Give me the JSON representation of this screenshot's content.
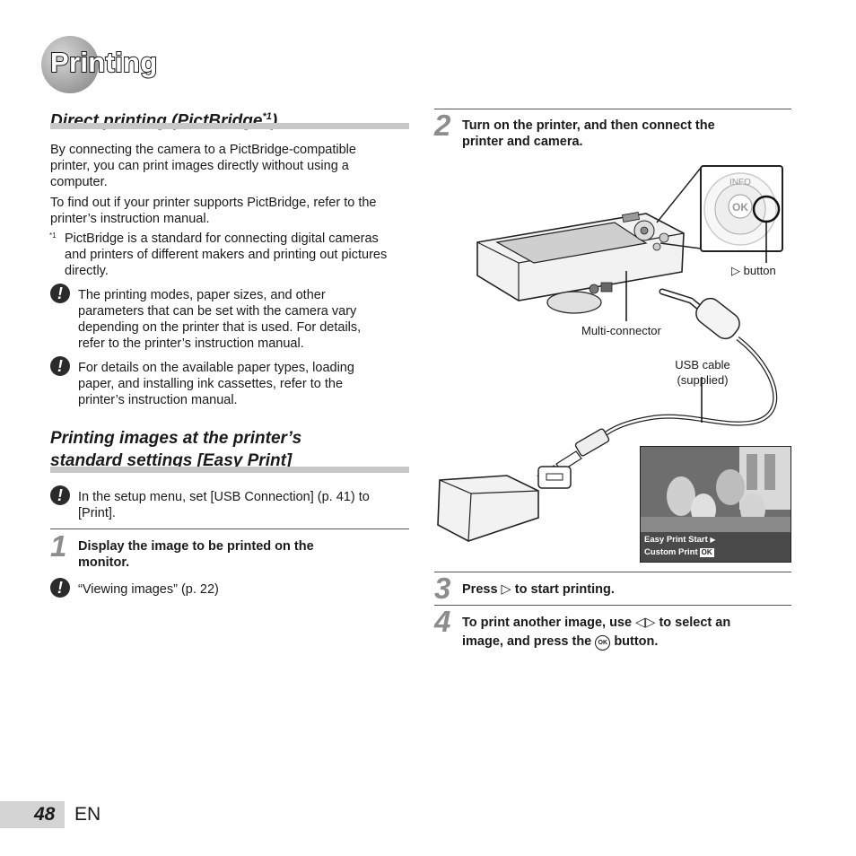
{
  "page": {
    "title": "Printing",
    "page_number": "48",
    "language": "EN"
  },
  "section1": {
    "heading_main": "Direct printing (PictBridge",
    "heading_sup": "*1",
    "heading_close": ")",
    "para1_lines": [
      "By connecting the camera to a PictBridge-compatible",
      "printer, you can print images directly without using a",
      "computer."
    ],
    "para2_lines": [
      "To find out if your printer supports PictBridge, refer to the",
      "printer’s instruction manual."
    ],
    "footnote_mark": "*1",
    "footnote_lines": [
      "PictBridge is a standard for connecting digital cameras",
      "and printers of different makers and printing out pictures",
      "directly."
    ],
    "note1_lines": [
      "The printing modes, paper sizes, and other",
      "parameters that can be set with the camera vary",
      "depending on the printer that is used. For details,",
      "refer to the printer’s instruction manual."
    ],
    "note2_lines": [
      "For details on the available paper types, loading",
      "paper, and installing ink cassettes, refer to the",
      "printer’s instruction manual."
    ]
  },
  "section2": {
    "heading_lines": [
      "Printing images at the printer’s",
      "standard settings [Easy Print]"
    ],
    "note_lines": [
      "In the setup menu, set [USB Connection] (p. 41) to",
      "[Print]."
    ]
  },
  "steps": [
    {
      "number": "1",
      "lines": [
        "Display the image to be printed on the",
        "monitor."
      ],
      "note": "“Viewing images” (p. 22)"
    },
    {
      "number": "2",
      "lines": [
        "Turn on the printer, and then connect the",
        "printer and camera."
      ]
    },
    {
      "number": "3",
      "pre": "Press",
      "post": "to start printing."
    },
    {
      "number": "4",
      "line1_pre": "To print another image, use",
      "line1_post": "to select an",
      "line2_pre": "image, and press the",
      "line2_post": "button."
    }
  ],
  "illustration": {
    "button_label": "button",
    "info_label": "INFO",
    "ok_label": "OK",
    "multi_connector_label": "Multi-connector",
    "usb_cable_lines": [
      "USB cable",
      "(supplied)"
    ],
    "lcd_menu": {
      "item1": "Easy Print Start",
      "item2": "Custom Print",
      "ok_badge": "OK"
    }
  },
  "icons": {
    "note_icon": "exclamation-icon",
    "right_arrow": "right-triangle-icon",
    "left_right_arrow": "left-right-triangle-icon",
    "ok_button": "ok-button-icon",
    "title_circle": "printer-section-icon"
  },
  "colors": {
    "section_bar": "#c8c8c8",
    "step_number": "#8c8c8c",
    "text": "#1a1a1a"
  }
}
